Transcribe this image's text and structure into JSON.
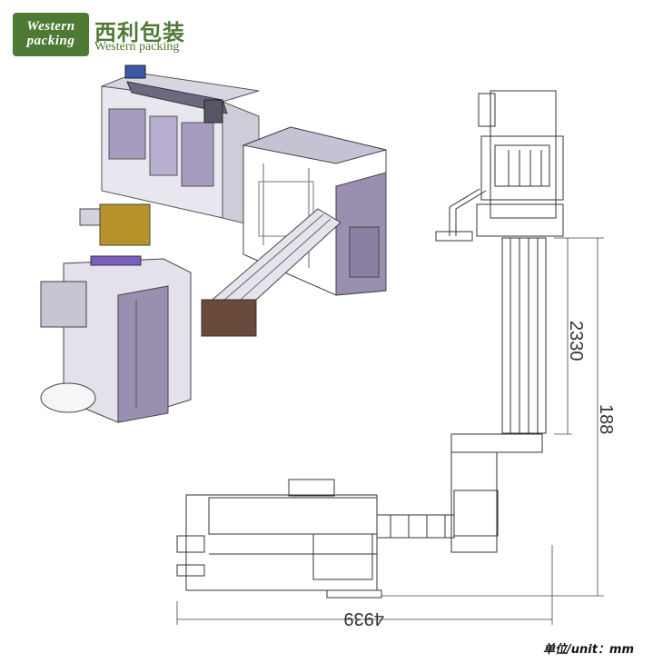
{
  "logo": {
    "line1": "Western",
    "line2": "packing"
  },
  "brand": {
    "cn": "西利包装",
    "en": "Western packing"
  },
  "dimensions": {
    "vertical_long": "2330",
    "vertical_short": "188",
    "horizontal": "4939"
  },
  "unit_label": "单位/unit：mm",
  "colors": {
    "brand_green": "#4f7a35",
    "machine_purple": "#9b8fb0",
    "frame_light": "#e4e0ec",
    "line": "#333333"
  }
}
